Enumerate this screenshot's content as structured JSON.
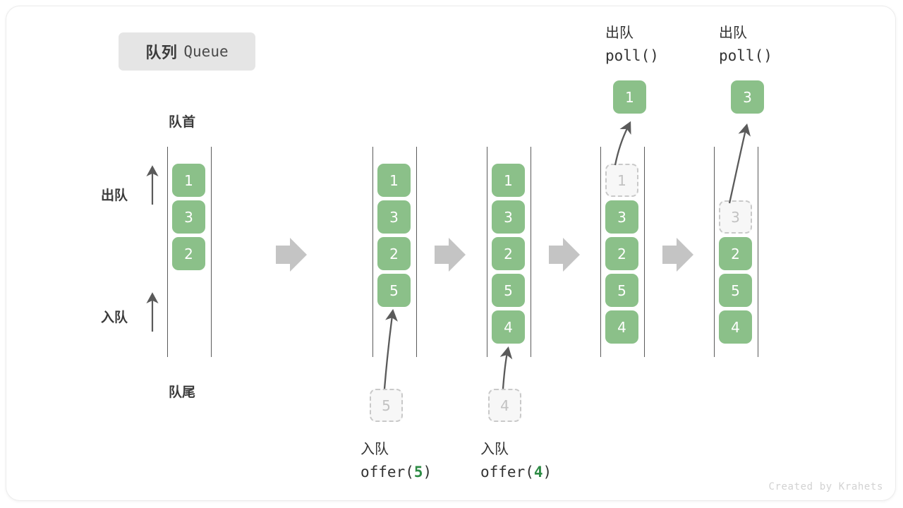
{
  "title": {
    "cn": "队列",
    "en": "Queue"
  },
  "labels": {
    "head": "队首",
    "tail": "队尾",
    "dequeue": "出队",
    "enqueue": "入队"
  },
  "watermark": "Created by Krahets",
  "colors": {
    "cell_fill": "#8bc089",
    "cell_text": "#ffffff",
    "ghost_fill": "#f7f7f7",
    "ghost_border": "#c9c9c9",
    "ghost_text": "#c2c2c2",
    "rail": "#5a5a5a",
    "step_arrow": "#c4c4c4",
    "accent_text": "#2e8b45",
    "badge_bg": "#e5e5e5"
  },
  "side_markers": [
    {
      "label": "出队",
      "direction": "up"
    },
    {
      "label": "入队",
      "direction": "up"
    }
  ],
  "steps": [
    {
      "name": "initial",
      "cells": [
        {
          "value": "1",
          "state": "filled"
        },
        {
          "value": "3",
          "state": "filled"
        },
        {
          "value": "2",
          "state": "filled"
        }
      ],
      "caption_cn": "",
      "caption_code": "",
      "caption_arg": "",
      "input_ghost": null,
      "output_cell": null
    },
    {
      "name": "offer-5",
      "cells": [
        {
          "value": "1",
          "state": "filled"
        },
        {
          "value": "3",
          "state": "filled"
        },
        {
          "value": "2",
          "state": "filled"
        },
        {
          "value": "5",
          "state": "filled"
        }
      ],
      "caption_cn": "入队",
      "caption_code_prefix": "offer(",
      "caption_arg": "5",
      "caption_code_suffix": ")",
      "input_ghost": "5",
      "output_cell": null
    },
    {
      "name": "offer-4",
      "cells": [
        {
          "value": "1",
          "state": "filled"
        },
        {
          "value": "3",
          "state": "filled"
        },
        {
          "value": "2",
          "state": "filled"
        },
        {
          "value": "5",
          "state": "filled"
        },
        {
          "value": "4",
          "state": "filled"
        }
      ],
      "caption_cn": "入队",
      "caption_code_prefix": "offer(",
      "caption_arg": "4",
      "caption_code_suffix": ")",
      "input_ghost": "4",
      "output_cell": null
    },
    {
      "name": "poll-1",
      "cells": [
        {
          "value": "1",
          "state": "ghost"
        },
        {
          "value": "3",
          "state": "filled"
        },
        {
          "value": "2",
          "state": "filled"
        },
        {
          "value": "5",
          "state": "filled"
        },
        {
          "value": "4",
          "state": "filled"
        }
      ],
      "caption_cn": "出队",
      "caption_code_prefix": "poll(",
      "caption_arg": "",
      "caption_code_suffix": ")",
      "input_ghost": null,
      "output_cell": "1"
    },
    {
      "name": "poll-3",
      "cells": [
        {
          "value": "",
          "state": "empty"
        },
        {
          "value": "3",
          "state": "ghost"
        },
        {
          "value": "2",
          "state": "filled"
        },
        {
          "value": "5",
          "state": "filled"
        },
        {
          "value": "4",
          "state": "filled"
        }
      ],
      "caption_cn": "出队",
      "caption_code_prefix": "poll(",
      "caption_arg": "",
      "caption_code_suffix": ")",
      "input_ghost": null,
      "output_cell": "3"
    }
  ]
}
